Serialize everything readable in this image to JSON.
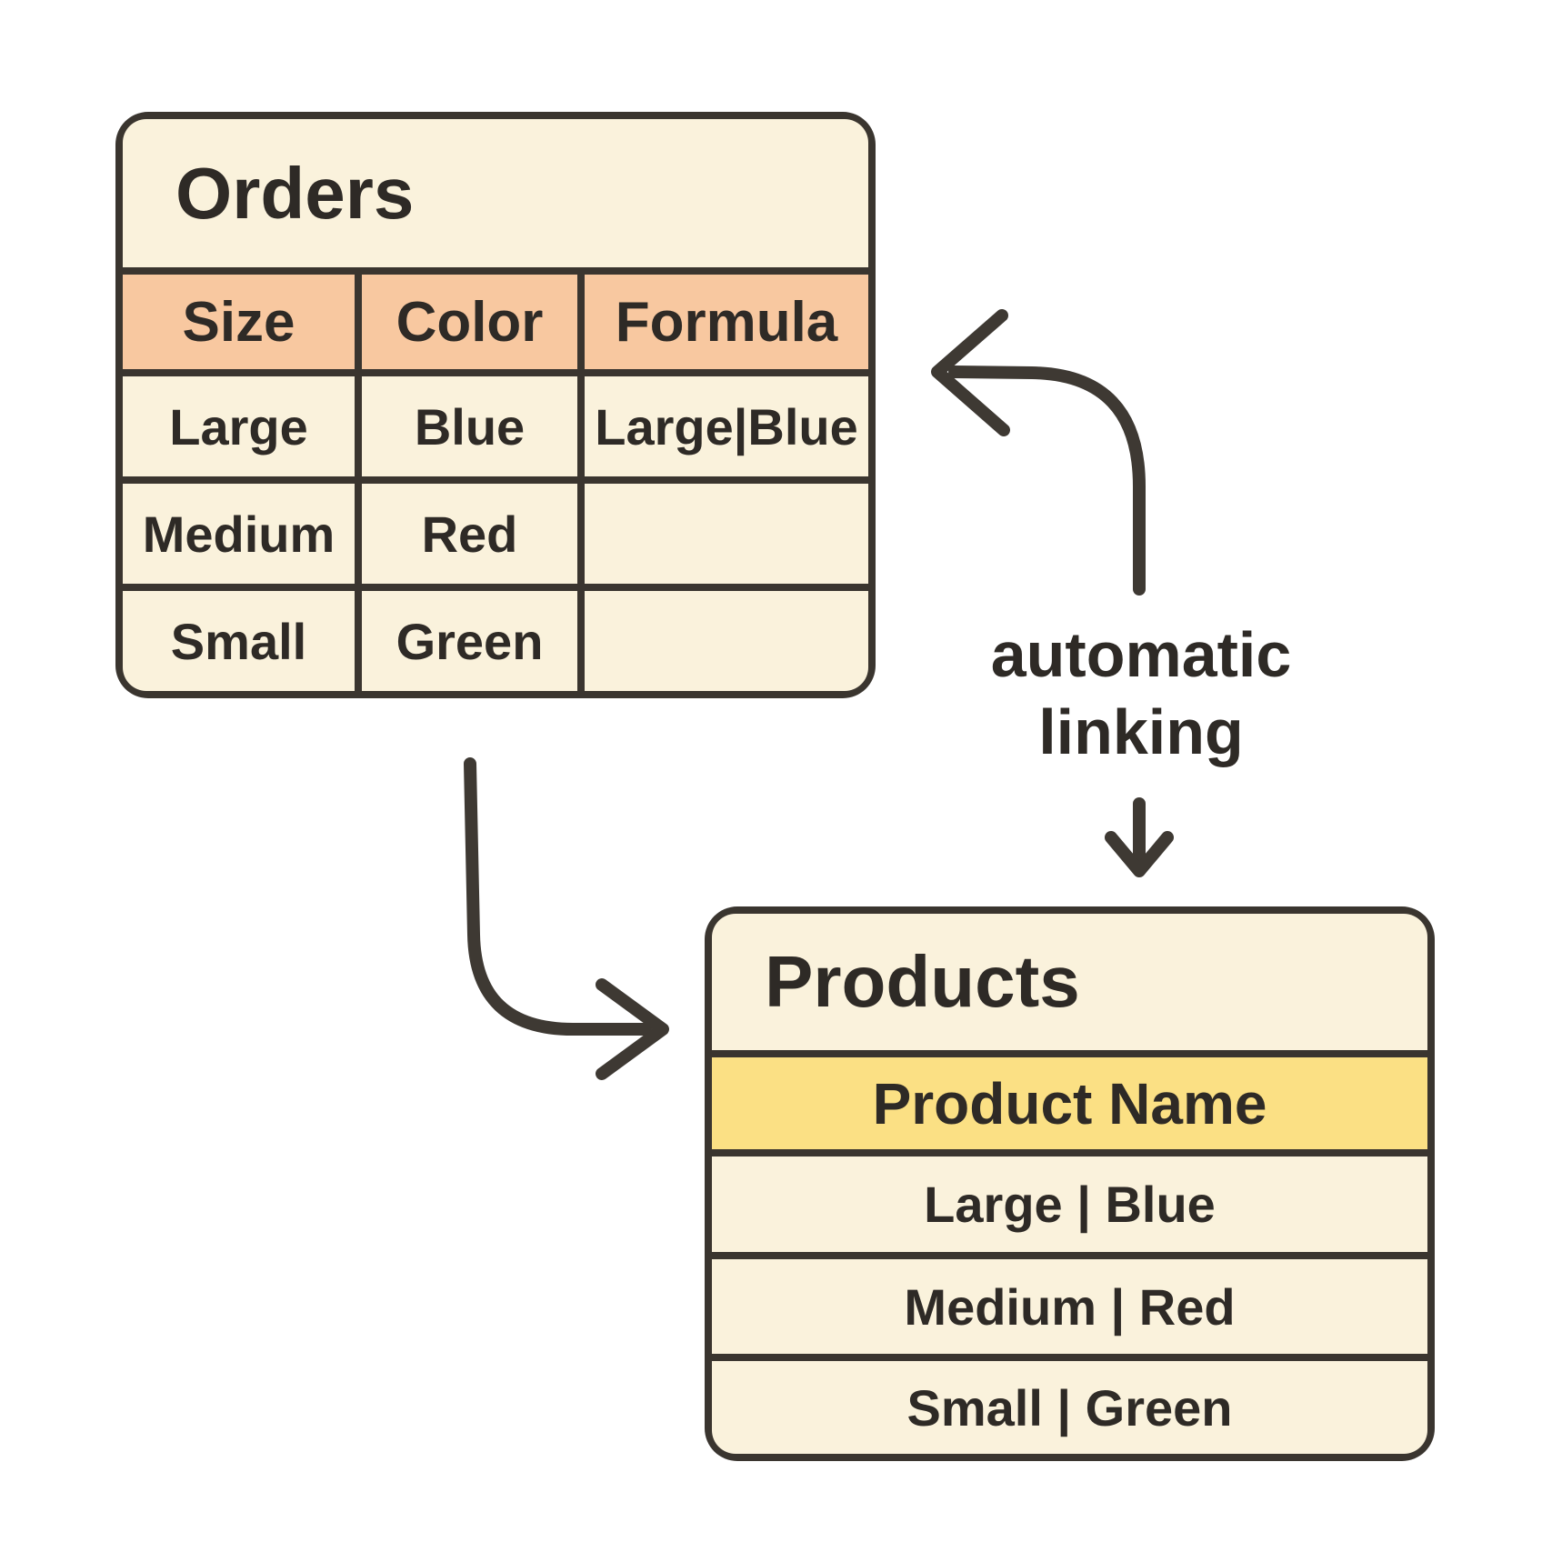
{
  "orders_table": {
    "title": "Orders",
    "columns": [
      "Size",
      "Color",
      "Formula"
    ],
    "rows": [
      [
        "Large",
        "Blue",
        "Large|Blue"
      ],
      [
        "Medium",
        "Red",
        ""
      ],
      [
        "Small",
        "Green",
        ""
      ]
    ]
  },
  "products_table": {
    "title": "Products",
    "header": "Product Name",
    "rows": [
      "Large | Blue",
      "Medium | Red",
      "Small | Green"
    ]
  },
  "annotation": {
    "line1": "automatic",
    "line2": "linking"
  },
  "colors": {
    "background": "#FFFFFF",
    "table_fill": "#FAF2DC",
    "orders_header_fill": "#F8C8A0",
    "products_header_fill": "#FBE084",
    "border": "#3A352F",
    "text": "#2E2A26",
    "arrow": "#3E3933"
  }
}
